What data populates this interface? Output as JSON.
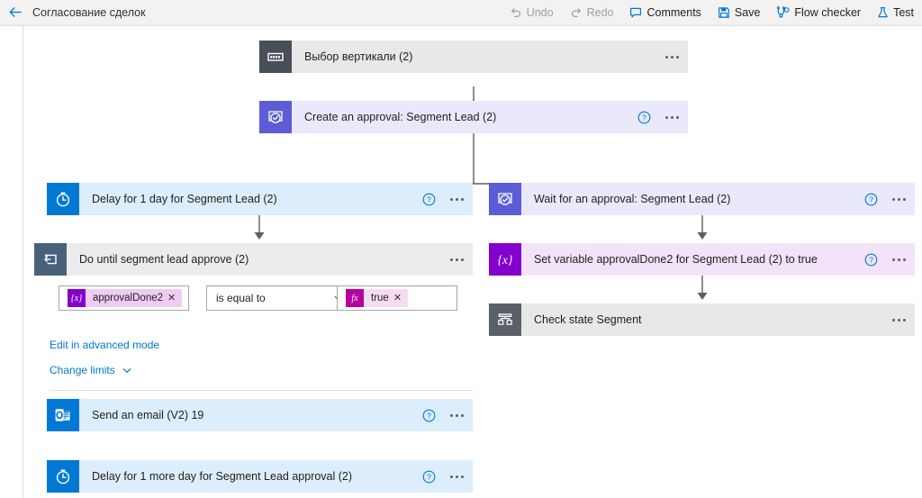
{
  "header": {
    "back_icon": "back-arrow-icon",
    "title": "Согласование сделок",
    "tools": [
      {
        "label": "Undo",
        "icon": "undo-icon",
        "disabled": true
      },
      {
        "label": "Redo",
        "icon": "redo-icon",
        "disabled": true
      },
      {
        "label": "Comments",
        "icon": "comment-icon",
        "disabled": false
      },
      {
        "label": "Save",
        "icon": "save-icon",
        "disabled": false
      },
      {
        "label": "Flow checker",
        "icon": "flow-checker-icon",
        "disabled": false
      },
      {
        "label": "Test",
        "icon": "test-flask-icon",
        "disabled": false
      }
    ]
  },
  "flow": {
    "nodes": {
      "trigger": {
        "title": "Выбор вертикали (2)",
        "icon": "form-input-icon",
        "has_help": false,
        "menu": "more-options"
      },
      "create_approval": {
        "title": "Create an approval: Segment Lead (2)",
        "icon": "approval-icon",
        "has_help": true,
        "menu": "more-options"
      },
      "delay_1day": {
        "title": "Delay for 1 day for Segment Lead (2)",
        "icon": "clock-delay-icon",
        "has_help": true,
        "menu": "more-options"
      },
      "do_until": {
        "title": "Do until segment lead approve (2)",
        "icon": "do-until-loop-icon",
        "has_help": false,
        "menu": "more-options"
      },
      "send_email": {
        "title": "Send an email (V2) 19",
        "icon": "outlook-icon",
        "has_help": true,
        "menu": "more-options"
      },
      "delay_more": {
        "title": "Delay for 1 more day for Segment Lead approval (2)",
        "icon": "clock-delay-icon",
        "has_help": true,
        "menu": "more-options"
      },
      "wait_approval": {
        "title": "Wait for an approval: Segment Lead (2)",
        "icon": "approval-icon",
        "has_help": true,
        "menu": "more-options"
      },
      "set_variable": {
        "title": "Set variable approvalDone2 for Segment Lead (2) to true",
        "icon": "set-variable-icon",
        "has_help": true,
        "menu": "more-options"
      },
      "check_state": {
        "title": "Check state Segment",
        "icon": "scope-control-icon",
        "has_help": false,
        "menu": "more-options"
      }
    },
    "condition": {
      "left_token": {
        "badge": "{x}",
        "label": "approvalDone2",
        "remove": "✕"
      },
      "operator": "is equal to",
      "operator_chevron": "chevron-down-icon",
      "right_token": {
        "badge": "fx",
        "label": "true",
        "remove": "✕"
      }
    },
    "links": {
      "advanced_mode": "Edit in advanced mode",
      "change_limits": "Change limits",
      "change_limits_chevron": "chevron-down-icon"
    }
  }
}
